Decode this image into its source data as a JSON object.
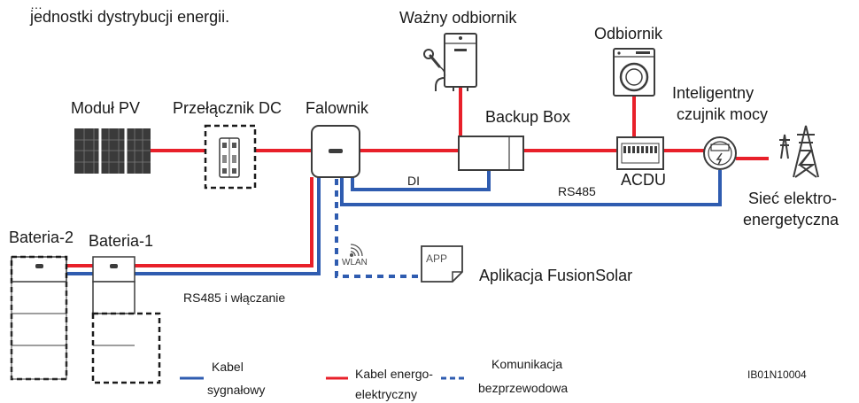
{
  "intro": {
    "line1": "…",
    "line2": "jednostki dystrybucji energii."
  },
  "components": {
    "pv_module": "Moduł PV",
    "dc_switch": "Przełącznik DC",
    "inverter": "Falownik",
    "important_load": "Ważny odbiornik",
    "backup_box": "Backup Box",
    "load": "Odbiornik",
    "acdu": "ACDU",
    "smart_meter_line1": "Inteligentny",
    "smart_meter_line2": "czujnik mocy",
    "grid_line1": "Sieć elektro-",
    "grid_line2": "energetyczna",
    "battery_2": "Bateria-2",
    "battery_1": "Bateria-1",
    "app_icon_text": "APP",
    "app_name": "Aplikacja FusionSolar",
    "wlan_icon_text": "WLAN"
  },
  "connections": {
    "di": "DI",
    "rs485": "RS485",
    "rs485_enable": "RS485 i włączanie"
  },
  "legend": {
    "signal_line1": "Kabel",
    "signal_line2": "sygnałowy",
    "power_line1": "Kabel energo-",
    "power_line2": "elektryczny",
    "wireless_line1": "Komunikacja",
    "wireless_line2": "bezprzewodowa"
  },
  "figure_id": "IB01N10004",
  "colors": {
    "power_cable": "#e8202a",
    "signal_cable": "#2f5cb0",
    "device_outline": "#3c3c3c"
  }
}
